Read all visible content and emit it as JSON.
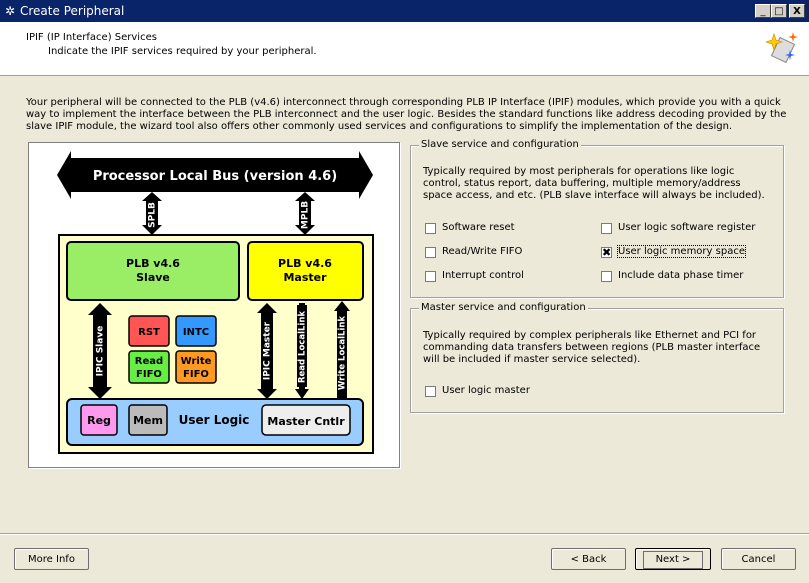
{
  "window": {
    "title": "Create Peripheral",
    "min_label": "_",
    "max_label": "□",
    "close_label": "X"
  },
  "header": {
    "title": "IPIF (IP Interface) Services",
    "subtitle": "Indicate the IPIF services required by your peripheral."
  },
  "intro": "Your peripheral will be connected to the PLB (v4.6) interconnect through corresponding PLB IP Interface (IPIF) modules, which provide you with a quick way to implement the interface between the PLB interconnect and the user logic. Besides the standard functions like address decoding provided by the slave IPIF module, the wizard tool also offers other commonly used services and configurations to simplify the implementation of the design.",
  "diagram": {
    "bus": "Processor Local Bus (version 4.6)",
    "splb": "SPLB",
    "mplb": "MPLB",
    "slave_line1": "PLB v4.6",
    "slave_line2": "Slave",
    "master_line1": "PLB v4.6",
    "master_line2": "Master",
    "rst": "RST",
    "intc": "INTC",
    "read_fifo_1": "Read",
    "read_fifo_2": "FIFO",
    "write_fifo_1": "Write",
    "write_fifo_2": "FIFO",
    "ipic_slave": "IPIC Slave",
    "ipic_master": "IPIC Master",
    "read_locallink": "Read LocalLink",
    "write_locallink": "Write LocalLink",
    "reg": "Reg",
    "mem": "Mem",
    "user_logic": "User Logic",
    "master_cntlr": "Master Cntlr",
    "colors": {
      "bus": "#000000",
      "slave": "#99ee66",
      "master": "#ffff00",
      "frame": "#ffffcc",
      "user": "#99ccff",
      "rst": "#ff5555",
      "intc": "#3399ff",
      "read_fifo": "#66ee44",
      "write_fifo": "#ff9922",
      "reg": "#ff99ee",
      "mem": "#bbbbbb",
      "master_cntlr": "#eeeeee"
    }
  },
  "slave_group": {
    "legend": "Slave service and configuration",
    "description": "Typically required by most peripherals for operations like logic control, status report, data buffering, multiple memory/address space access, and etc. (PLB slave interface will always be included).",
    "options": [
      {
        "label": "Software reset",
        "checked": false
      },
      {
        "label": "User logic software register",
        "checked": false
      },
      {
        "label": "Read/Write FIFO",
        "checked": false
      },
      {
        "label": "User logic memory space",
        "checked": true
      },
      {
        "label": "Interrupt control",
        "checked": false
      },
      {
        "label": "Include data phase timer",
        "checked": false
      }
    ]
  },
  "master_group": {
    "legend": "Master service and configuration",
    "description": "Typically required by complex peripherals like Ethernet and PCI for commanding data transfers between regions (PLB master interface will be included if master service selected).",
    "options": [
      {
        "label": "User logic master",
        "checked": false
      }
    ]
  },
  "buttons": {
    "more_info": "More Info",
    "back": "< Back",
    "next": "Next >",
    "cancel": "Cancel"
  }
}
